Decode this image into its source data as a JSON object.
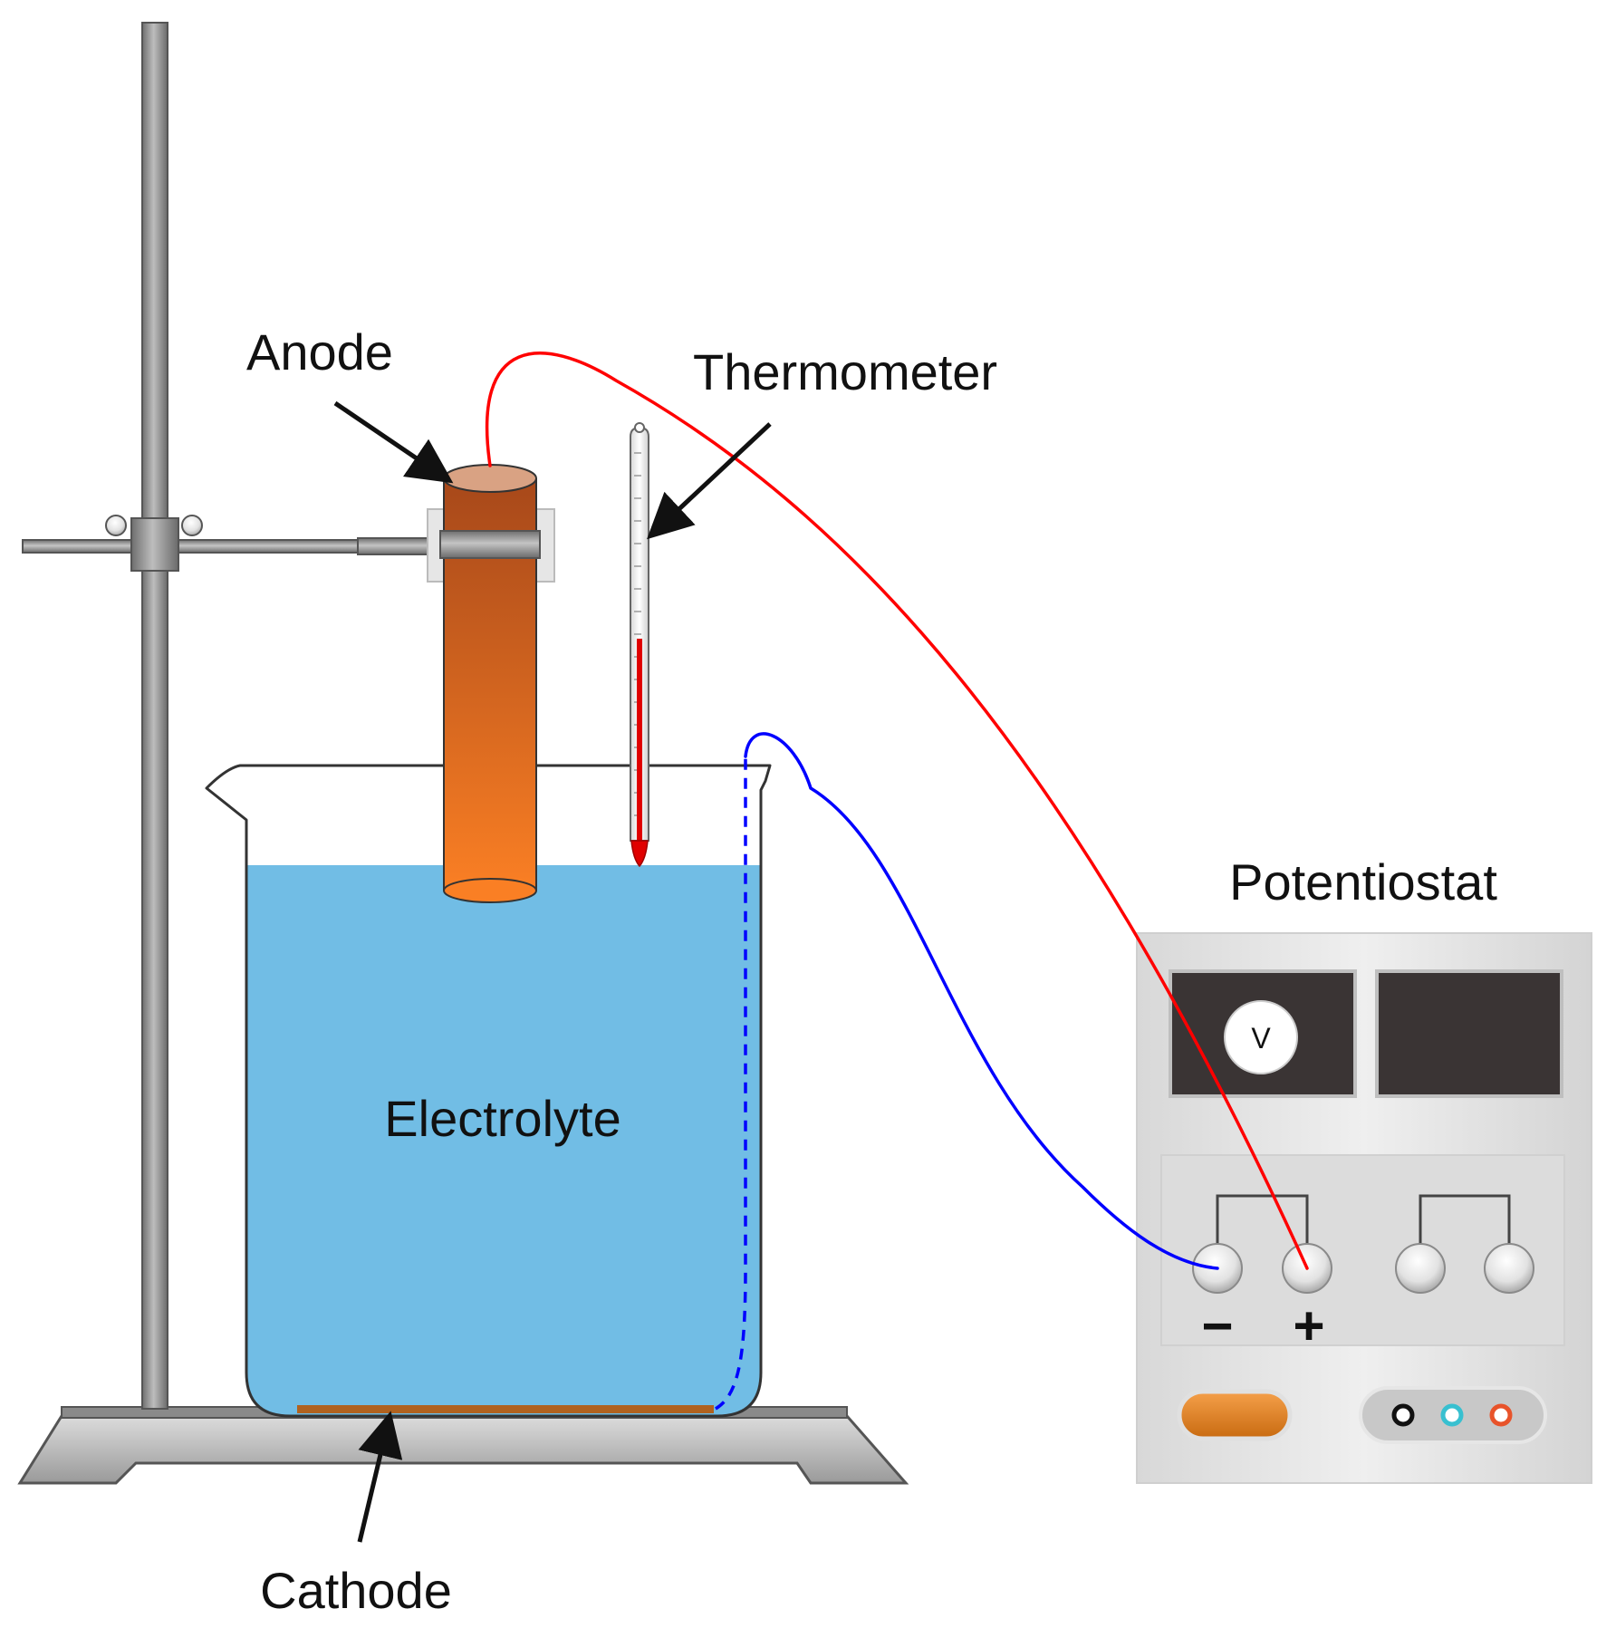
{
  "labels": {
    "anode": "Anode",
    "thermometer": "Thermometer",
    "electrolyte": "Electrolyte",
    "cathode": "Cathode",
    "potentiostat": "Potentiostat"
  },
  "potentiostat": {
    "meter_symbol": "V",
    "negative_sign": "−",
    "positive_sign": "+",
    "indicator_colors": [
      "#111111",
      "#38c0d0",
      "#e8532a"
    ]
  },
  "colors": {
    "electrolyte": "#71bde5",
    "anode_top": "#a7481a",
    "anode_bottom": "#fa7f24",
    "wire_positive": "#ff0000",
    "wire_negative": "#0000ff",
    "thermometer_fluid": "#e00000",
    "stand_metal": "#888888"
  },
  "icons": {
    "meter": "voltmeter-icon",
    "power": "power-button-icon"
  }
}
